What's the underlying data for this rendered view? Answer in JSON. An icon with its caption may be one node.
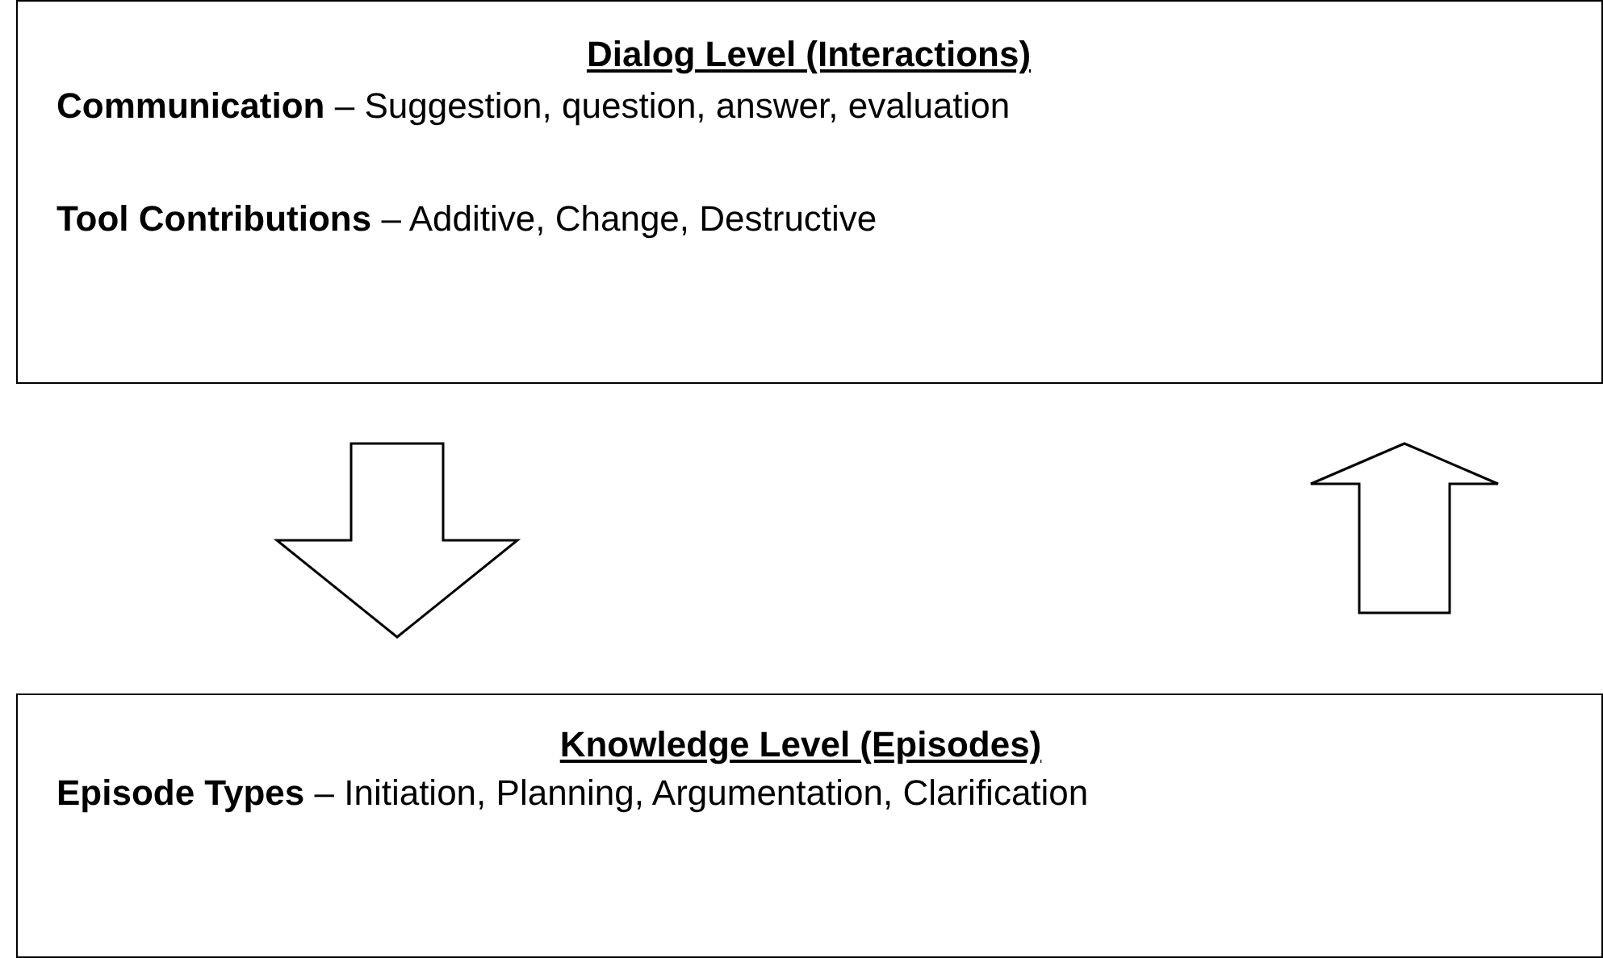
{
  "diagram": {
    "nodes": [
      {
        "text": [
          "Dialog Level (Interactions)",
          "**Communication** – Suggestion, question, answer, evaluation",
          "**Tool Contributions** – Additive, Change, Destructive"
        ]
      },
      {
        "text": [
          "Knowledge Level (Episodes)",
          "**Episode Types** – Initiation, Planning, Argumentation, Clarification"
        ]
      }
    ],
    "edges": [
      {
        "from": 0,
        "to": 1,
        "arrow": "to"
      },
      {
        "from": 1,
        "to": 0,
        "arrow": "to"
      }
    ]
  }
}
